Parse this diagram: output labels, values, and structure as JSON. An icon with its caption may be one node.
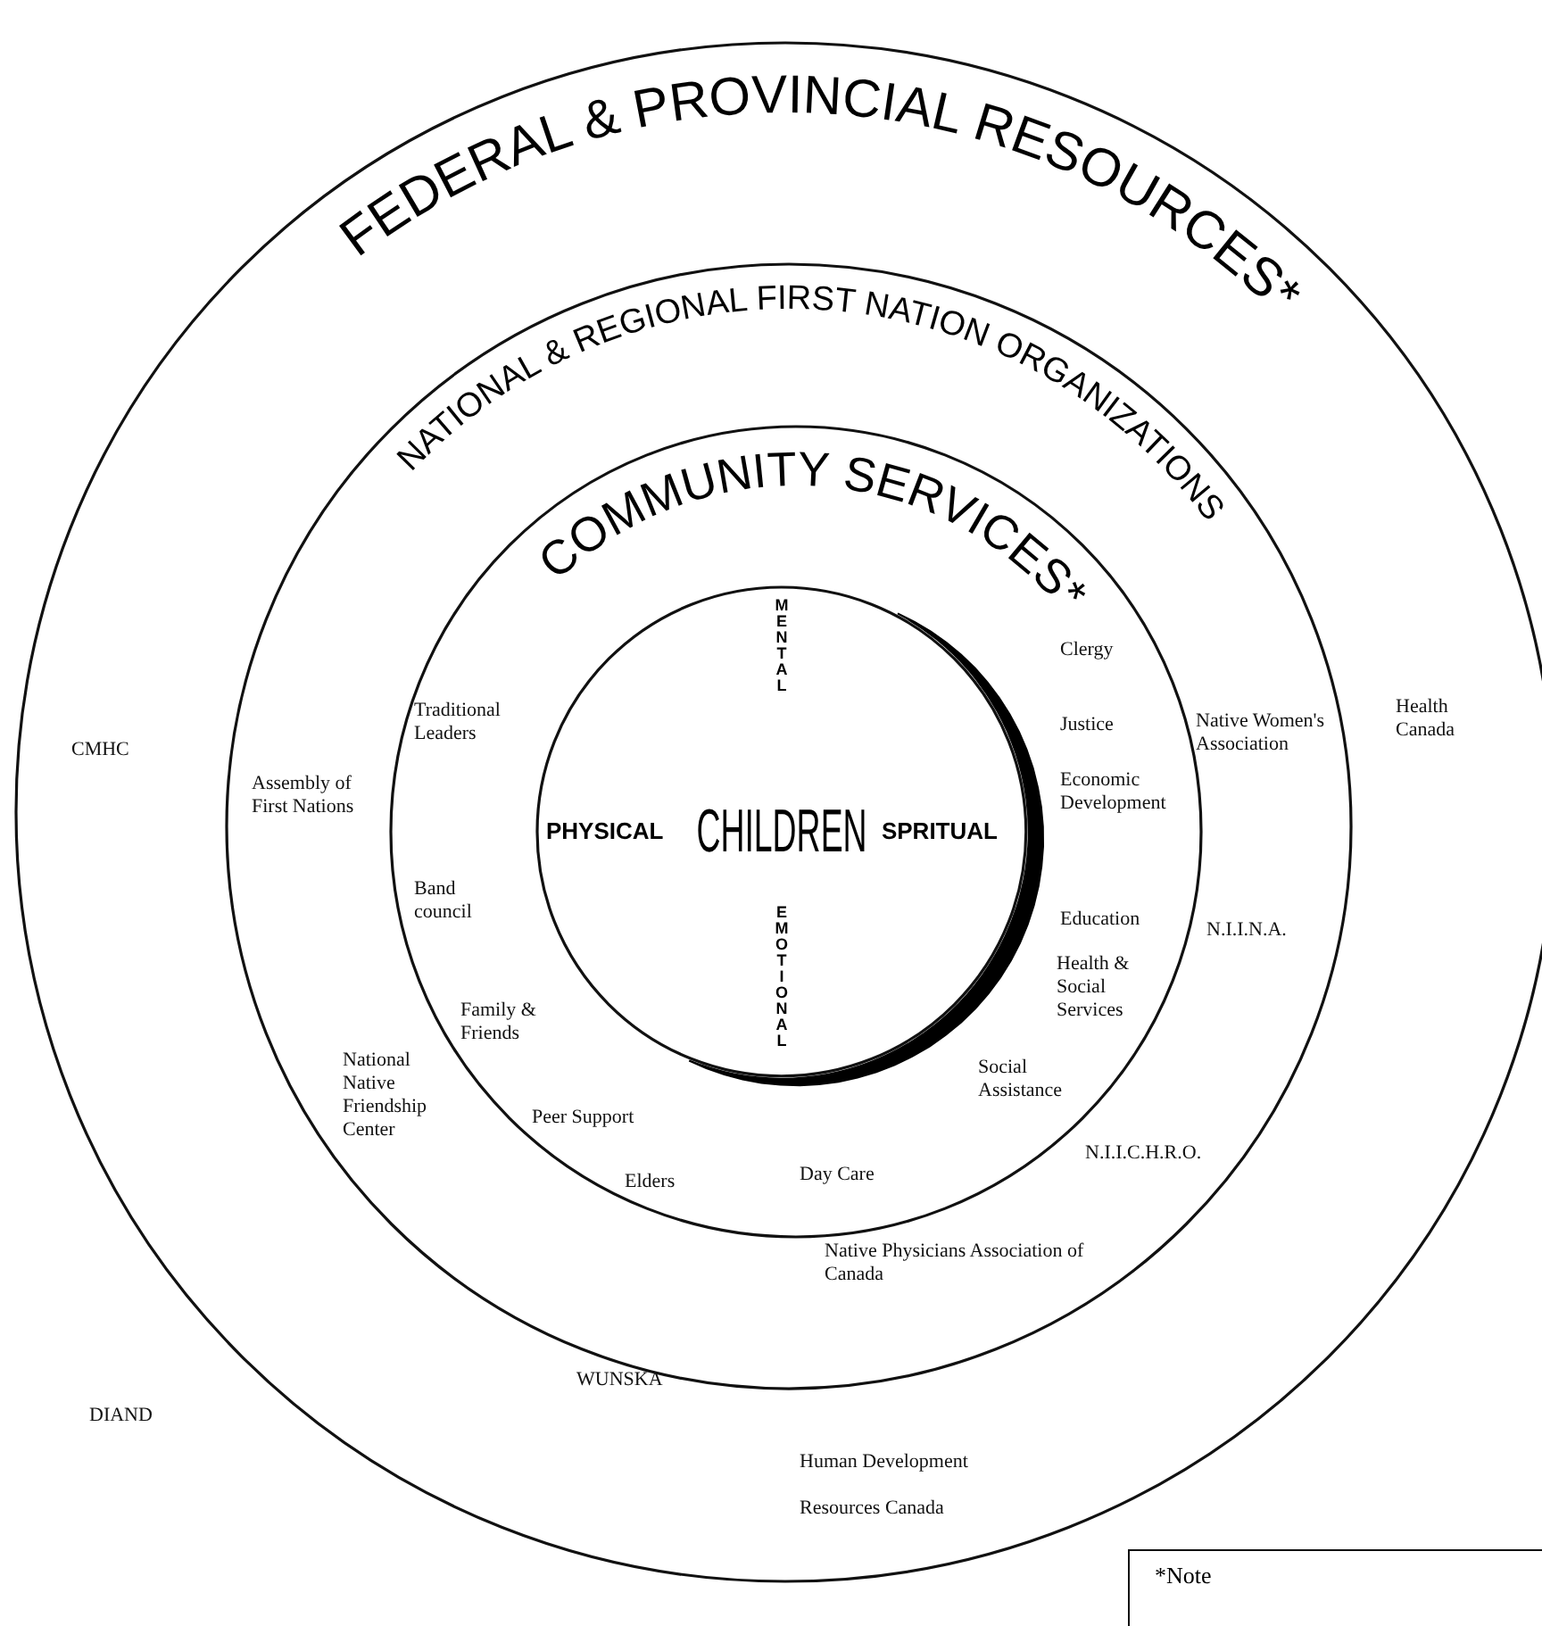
{
  "diagram": {
    "nodes": [
      {
        "text": [
          "FEDERAL & PROVINCIAL RESOURCES*"
        ]
      },
      {
        "text": [
          "NATIONAL & REGIONAL FIRST NATION ORGANIZATIONS"
        ],
        "in": 0
      },
      {
        "text": [
          "COMMUNITY SERVICES*"
        ],
        "in": 1
      },
      {
        "text": [
          "MENTAL",
          "PHYSICAL",
          "CHILDREN",
          "SPRITUAL",
          "EMOTIONAL"
        ],
        "in": 2
      },
      {
        "text": [
          "*Note"
        ]
      }
    ],
    "labels": [
      "Clergy",
      "Traditional Leaders",
      "Justice",
      "Health Canada",
      "Native Women's Association",
      "CMHC",
      "Assembly of First Nations",
      "Economic Development",
      "Band council",
      "Education",
      "N.I.I.N.A.",
      "Health & Social Services",
      "Family & Friends",
      "National Native Friendship Center",
      "Social Assistance",
      "Peer Support",
      "N.I.I.C.H.R.O.",
      "Day Care",
      "Elders",
      "Native Physicians Association of Canada",
      "WUNSKA",
      "DIAND",
      "Human Development Resources Canada"
    ]
  }
}
